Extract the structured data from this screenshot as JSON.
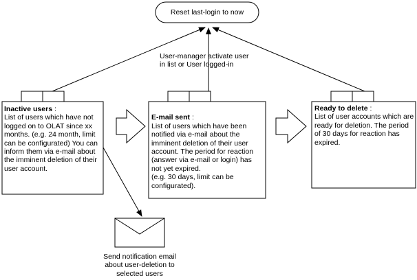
{
  "top_node": {
    "label": "Reset last-login to now"
  },
  "center_note": "User-manager activate user\nin list or User logged-in",
  "stages": [
    {
      "title": "Inactive users",
      "title_suffix": " :",
      "body": "List of users which have not logged on to OLAT since xx months. (e.g. 24 month, limit can be configurated) You can inform them via e-mail about the imminent deletion of their user account."
    },
    {
      "title": "E-mail sent",
      "title_suffix": " :",
      "body": "List of users which have been notified via e-mail about the imminent deletion of their user account. The period for reaction (answer via e-mail or login) has not yet expired.\n (e.g. 30 days, limit can be configurated)."
    },
    {
      "title": "Ready to delete",
      "title_suffix": " :",
      "body": "List of user accounts which are ready for deletion. The period of 30 days for reaction has expired."
    }
  ],
  "email_node": {
    "icon": "envelope-icon",
    "caption": "Send notification email\nabout user-deletion to\nselected users"
  }
}
